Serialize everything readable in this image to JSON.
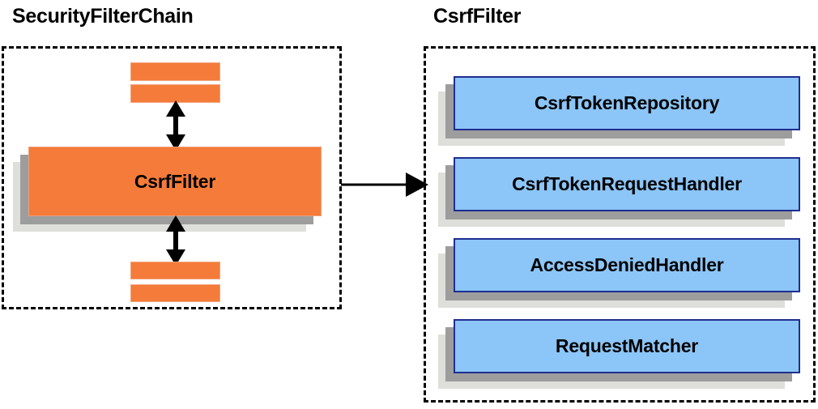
{
  "diagram": {
    "title_left": "SecurityFilterChain",
    "title_right": "CsrfFilter",
    "left_panel": {
      "name": "SecurityFilterChain",
      "main_block": {
        "label": "CsrfFilter",
        "fill": "#f47b39",
        "border": "#f0a07c"
      },
      "slabs_above": [
        {
          "name": "filter-slab-top-1"
        },
        {
          "name": "filter-slab-top-2"
        }
      ],
      "slabs_below": [
        {
          "name": "filter-slab-bottom-1"
        },
        {
          "name": "filter-slab-bottom-2"
        }
      ],
      "connector_up": "double-headed-vertical-arrow",
      "connector_down": "double-headed-vertical-arrow"
    },
    "right_panel": {
      "name": "CsrfFilter",
      "blocks": [
        {
          "label": "CsrfTokenRepository"
        },
        {
          "label": "CsrfTokenRequestHandler"
        },
        {
          "label": "AccessDeniedHandler"
        },
        {
          "label": "RequestMatcher"
        }
      ],
      "fill": "#8cc5f7",
      "border": "#1f2f8f"
    },
    "link": {
      "name": "csrffilter-expands-to-arrow",
      "from": "SecurityFilterChain.CsrfFilter",
      "to": "CsrfFilter",
      "style": "single-headed-horizontal-arrow"
    },
    "colors": {
      "orange_fill": "#f47b39",
      "orange_border": "#f0a07c",
      "blue_fill": "#8cc5f7",
      "blue_border": "#1f2f8f",
      "shadow_dark": "#9d9d9d",
      "shadow_light": "#dededa",
      "outline": "#000000",
      "background": "#ffffff"
    }
  }
}
